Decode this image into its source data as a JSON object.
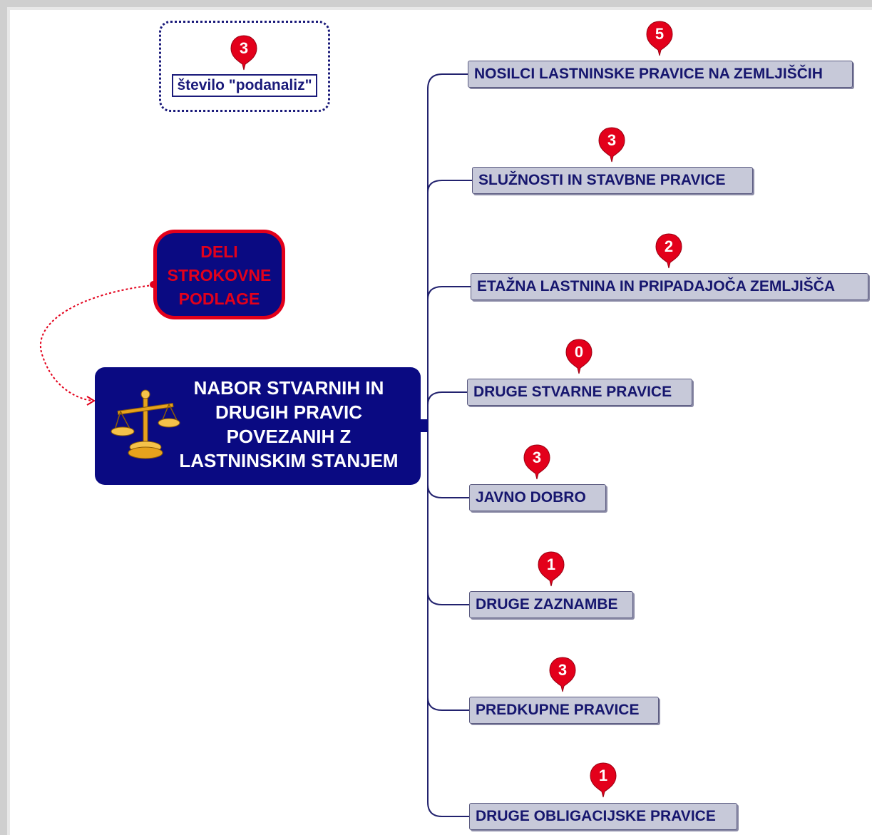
{
  "legend": {
    "pin_value": "3",
    "label": "število \"podanaliz\""
  },
  "central_node": {
    "text": "NABOR STVARNIH IN DRUGIH PRAVIC POVEZANIH Z LASTNINSKIM STANJEM",
    "icon": "scales-icon"
  },
  "side_node": {
    "text": "DELI STROKOVNE PODLAGE"
  },
  "topics": [
    {
      "label": "NOSILCI LASTNINSKE PRAVICE NA ZEMLJIŠČIH",
      "count": "5"
    },
    {
      "label": "SLUŽNOSTI IN STAVBNE PRAVICE",
      "count": "3"
    },
    {
      "label": "ETAŽNA LASTNINA IN PRIPADAJOČA ZEMLJIŠČA",
      "count": "2"
    },
    {
      "label": "DRUGE STVARNE PRAVICE",
      "count": "0"
    },
    {
      "label": "JAVNO DOBRO",
      "count": "3"
    },
    {
      "label": "DRUGE ZAZNAMBE",
      "count": "1"
    },
    {
      "label": "PREDKUPNE PRAVICE",
      "count": "3"
    },
    {
      "label": "DRUGE OBLIGACIJSKE PRAVICE",
      "count": "1"
    }
  ],
  "colors": {
    "node_fill": "#0a0a82",
    "accent_red": "#e3001b",
    "topic_fill": "#c7c9d9",
    "topic_text": "#16166e"
  }
}
